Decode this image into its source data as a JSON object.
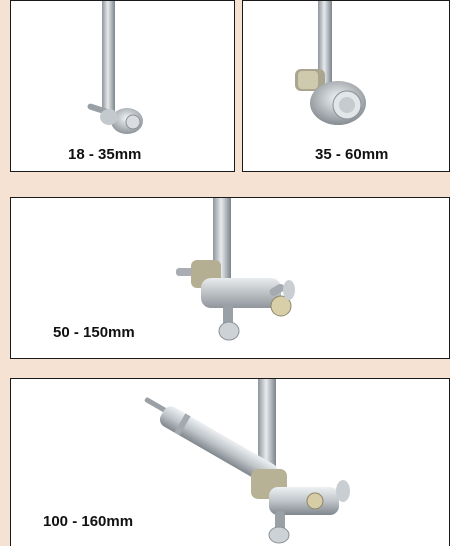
{
  "panels": [
    {
      "caption": "18 - 35mm"
    },
    {
      "caption": "35 - 60mm"
    },
    {
      "caption": "50 - 150mm"
    },
    {
      "caption": "100 - 160mm"
    }
  ],
  "colors": {
    "background": "#f6e2d3",
    "card": "#ffffff",
    "border": "#1a1a1a",
    "metal": "#b9bfc4"
  }
}
